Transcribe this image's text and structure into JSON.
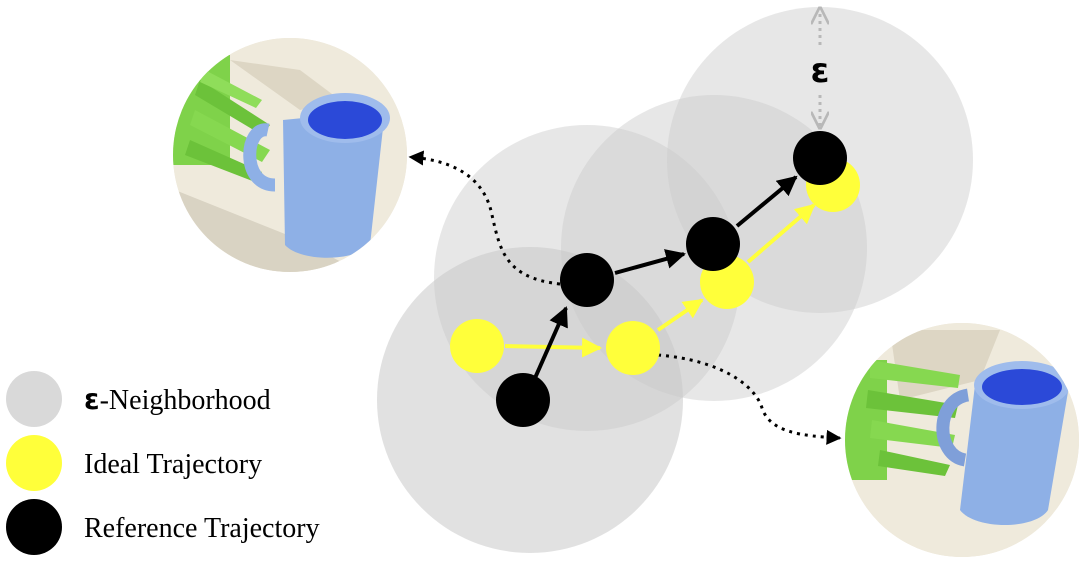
{
  "epsilon_symbol": "ε",
  "legend": [
    {
      "prefix": "ε",
      "label": "-Neighborhood",
      "color": "#d9d9d9"
    },
    {
      "prefix": "",
      "label": "Ideal Trajectory",
      "color": "#ffff3a"
    },
    {
      "prefix": "",
      "label": "Reference Trajectory",
      "color": "#000000"
    }
  ],
  "colors": {
    "neighborhood": "#c9c9c9",
    "ideal": "#ffff3a",
    "reference": "#000000",
    "mug_body": "#8eb0e6",
    "mug_inside": "#2b49d8",
    "gripper": "#7fd24a",
    "photo_bg": "#ece6d7",
    "epsilon_arrow": "#b8b8b8"
  },
  "images": [
    {
      "name": "grasp-photo-top-left",
      "subject": "green robotic gripper holding blue mug"
    },
    {
      "name": "grasp-photo-bottom-right",
      "subject": "green robotic gripper holding blue mug"
    }
  ]
}
